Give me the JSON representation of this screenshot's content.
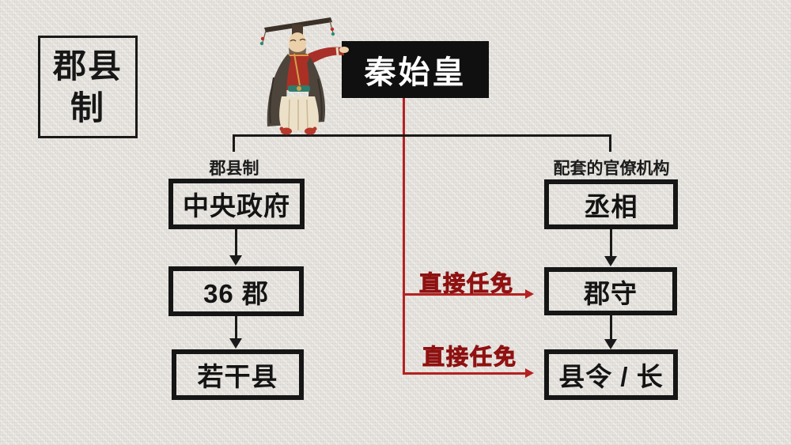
{
  "badge": {
    "line1": "郡县",
    "line2": "制"
  },
  "title": {
    "text": "秦始皇"
  },
  "branches": {
    "left": {
      "label": "郡县制",
      "nodes": [
        {
          "label": "中央政府"
        },
        {
          "label": "36 郡"
        },
        {
          "label": "若干县"
        }
      ]
    },
    "right": {
      "label": "配套的官僚机构",
      "nodes": [
        {
          "label": "丞相"
        },
        {
          "label": "郡守"
        },
        {
          "label": "县令 / 长"
        }
      ]
    }
  },
  "annotations": {
    "left_to_right": [
      {
        "label": "直接任免"
      },
      {
        "label": "直接任免"
      }
    ]
  },
  "colors": {
    "accent_red": "#b52222",
    "line_black": "#1a1a1a",
    "title_bg": "#101010",
    "title_fg": "#ffffff",
    "background": "#e6e3de"
  }
}
